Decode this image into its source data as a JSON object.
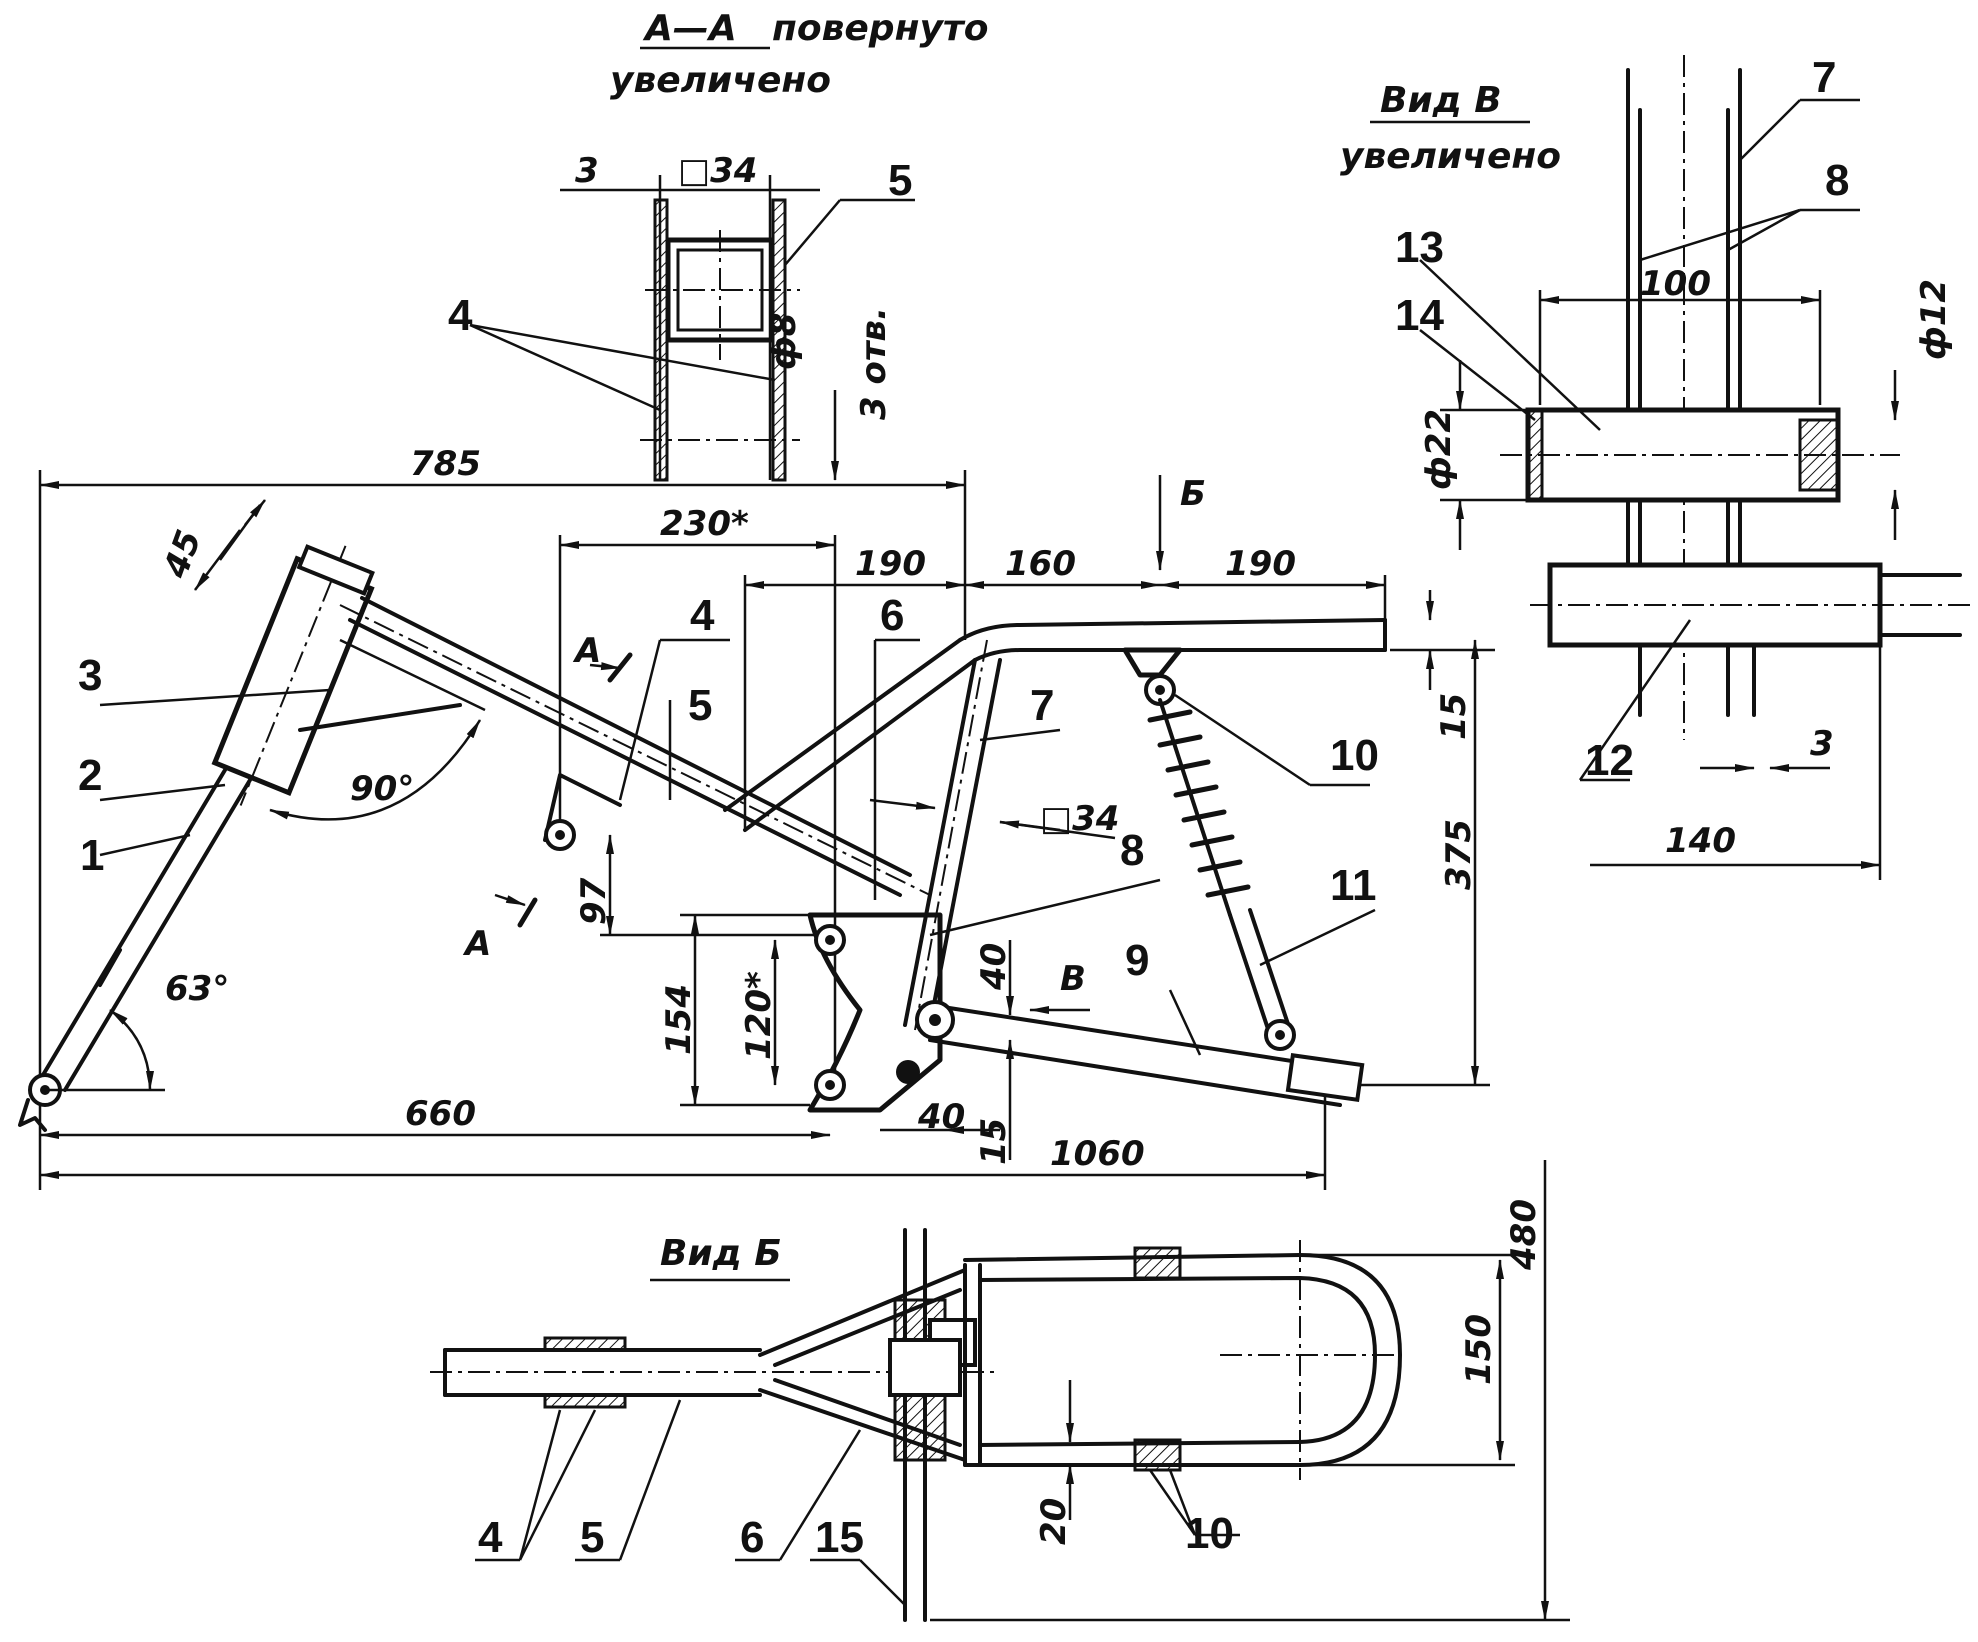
{
  "titles": {
    "section_aa": "А—А",
    "section_aa_rotated": "повернуто",
    "section_aa_enlarged": "увеличено",
    "view_v": "Вид В",
    "view_v_enlarged": "увеличено",
    "view_b": "Вид Б"
  },
  "section_aa": {
    "dim_wall": "3",
    "dim_square": "□34",
    "dim_hole": "ф8",
    "dim_holes_count": "3 отв.",
    "label_4": "4",
    "label_5": "5"
  },
  "main_view": {
    "dim_785": "785",
    "dim_230": "230*",
    "dim_190a": "190",
    "dim_160": "160",
    "dim_190b": "190",
    "dim_45": "45",
    "dim_90": "90°",
    "dim_63": "63°",
    "dim_97": "97",
    "dim_154": "154",
    "dim_120": "120*",
    "dim_40a": "40",
    "dim_40b": "40",
    "dim_15a": "15",
    "dim_15b": "15",
    "dim_375": "375",
    "dim_660": "660",
    "dim_1060": "1060",
    "dim_sq34": "□34",
    "section_a_top": "А",
    "section_a_bottom": "А",
    "view_b_marker": "Б",
    "view_v_marker": "В",
    "labels": [
      "1",
      "2",
      "3",
      "4",
      "5",
      "6",
      "7",
      "8",
      "9",
      "10",
      "11"
    ]
  },
  "view_v": {
    "dim_100": "100",
    "dim_12": "ф12",
    "dim_22": "ф22",
    "dim_3": "3",
    "dim_140": "140",
    "label_7": "7",
    "label_8": "8",
    "label_12": "12",
    "label_13": "13",
    "label_14": "14"
  },
  "view_b": {
    "dim_480": "480",
    "dim_150": "150",
    "dim_20": "20",
    "label_4": "4",
    "label_5": "5",
    "label_6": "6",
    "label_10": "10",
    "label_15": "15"
  }
}
